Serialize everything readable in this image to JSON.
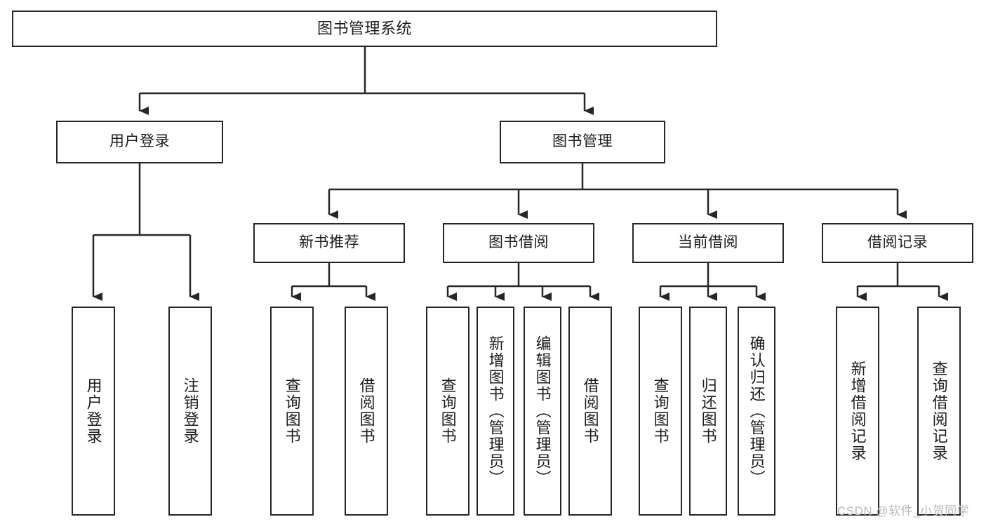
{
  "diagram": {
    "title": "图书管理系统",
    "type": "tree-hierarchy",
    "colors": {
      "stroke": "#262626",
      "fill": "#ffffff",
      "text": "#1c1c1c",
      "watermark": "#b9b9b9"
    },
    "nodes": {
      "root": {
        "label": "图书管理系统"
      },
      "level2": [
        {
          "label": "用户登录"
        },
        {
          "label": "图书管理"
        }
      ],
      "level3": [
        {
          "label": "新书推荐"
        },
        {
          "label": "图书借阅"
        },
        {
          "label": "当前借阅"
        },
        {
          "label": "借阅记录"
        }
      ],
      "leaves": {
        "user_login": [
          {
            "label": "用户登录"
          },
          {
            "label": "注销登录"
          }
        ],
        "new_book_recommend": [
          {
            "label": "查询图书"
          },
          {
            "label": "借阅图书"
          }
        ],
        "book_borrow": [
          {
            "label": "查询图书"
          },
          {
            "label": "新增图书（管理员）"
          },
          {
            "label": "编辑图书（管理员）"
          },
          {
            "label": "借阅图书"
          }
        ],
        "current_borrow": [
          {
            "label": "查询图书"
          },
          {
            "label": "归还图书"
          },
          {
            "label": "确认归还（管理员）"
          }
        ],
        "borrow_record": [
          {
            "label": "新增借阅记录"
          },
          {
            "label": "查询借阅记录"
          }
        ]
      }
    },
    "watermark": "CSDN @软件_小贺同学"
  }
}
